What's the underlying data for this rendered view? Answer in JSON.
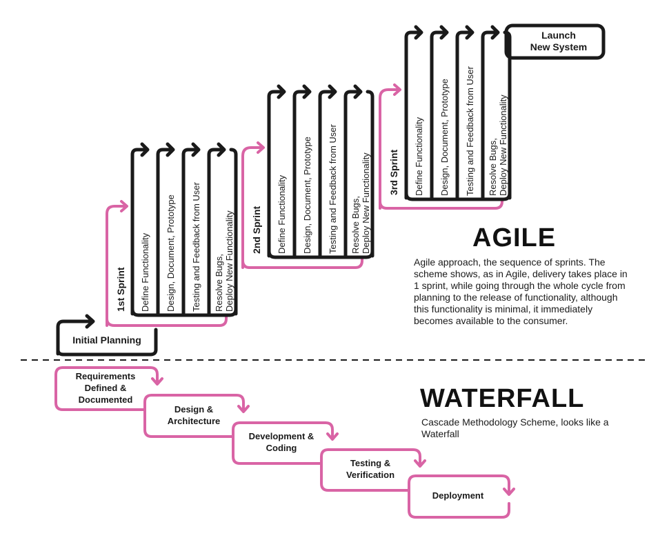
{
  "agile": {
    "title": "AGILE",
    "description": "Agile approach, the sequence of sprints. The scheme shows, as in Agile, delivery takes place in 1 sprint, while going through the whole cycle from planning to the release of functionality, although this functionality is minimal, it immediately becomes available to the consumer.",
    "initial_planning": "Initial Planning",
    "launch": [
      "Launch",
      "New System"
    ],
    "sprints": [
      {
        "name": "1st Sprint",
        "steps": [
          [
            "Define Functionality"
          ],
          [
            "Design, Document, Prototype"
          ],
          [
            "Testing and Feedback from User"
          ],
          [
            "Resolve Bugs,",
            "Deploy New Functionality"
          ]
        ]
      },
      {
        "name": "2nd Sprint",
        "steps": [
          [
            "Define Functionality"
          ],
          [
            "Design, Document, Prototype"
          ],
          [
            "Testing and Feedback from User"
          ],
          [
            "Resolve Bugs,",
            "Deploy New Functionality"
          ]
        ]
      },
      {
        "name": "3rd Sprint",
        "steps": [
          [
            "Define Functionality"
          ],
          [
            "Design, Document, Prototype"
          ],
          [
            "Testing and Feedback from User"
          ],
          [
            "Resolve Bugs,",
            "Deploy New Functionality"
          ]
        ]
      }
    ]
  },
  "waterfall": {
    "title": "WATERFALL",
    "description": "Cascade Methodology Scheme, looks like a Waterfall",
    "stages": [
      [
        "Requirements",
        "Defined &",
        "Documented"
      ],
      [
        "Design &",
        "Architecture"
      ],
      [
        "Development &",
        "Coding"
      ],
      [
        "Testing &",
        "Verification"
      ],
      [
        "Deployment"
      ]
    ]
  },
  "colors": {
    "ink": "#1a1a1a",
    "accent": "#d964a5"
  }
}
